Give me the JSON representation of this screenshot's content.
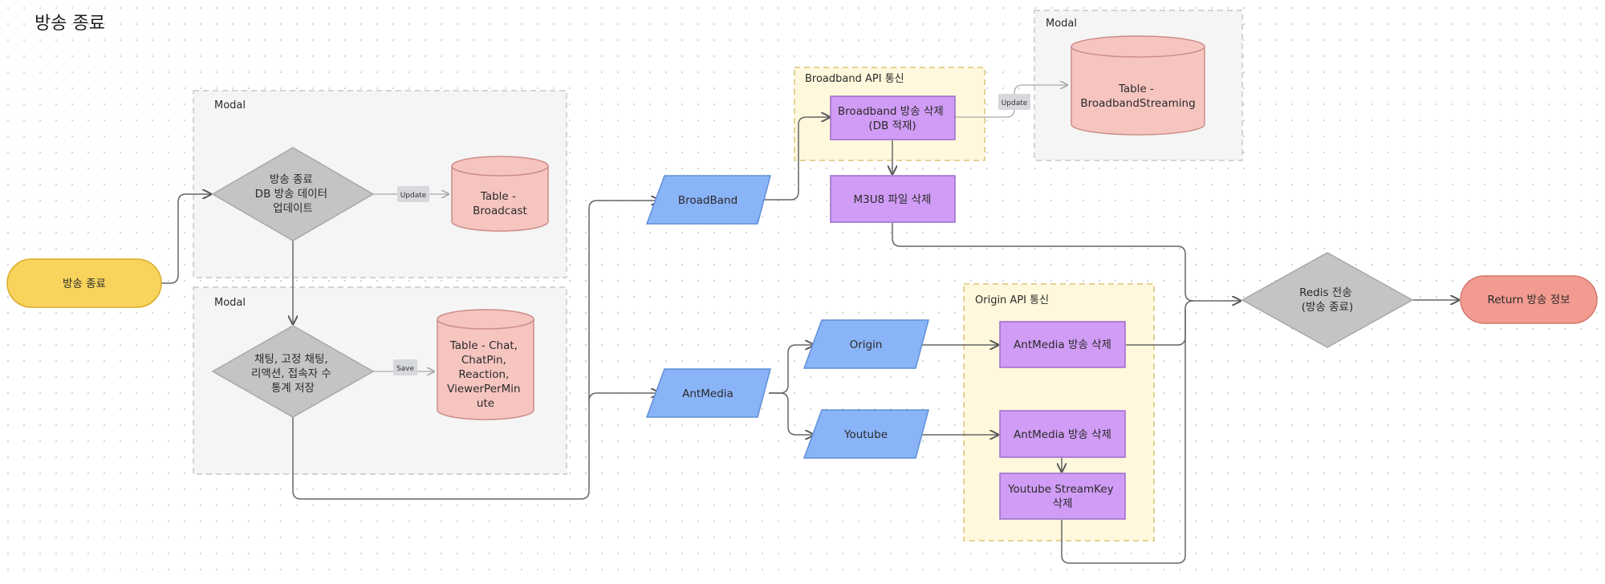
{
  "title": "방송 종료",
  "groups": {
    "modal1": "Modal",
    "modal2": "Modal",
    "modal3": "Modal",
    "broadband_api": "Broadband API 통신",
    "origin_api": "Origin API 통신"
  },
  "nodes": {
    "start": "방송 종료",
    "decision1": [
      "방송 종료",
      "DB 방송 데이터",
      "업데이트"
    ],
    "decision2": [
      "채팅, 고정 채팅,",
      "리액션, 접속자 수",
      "통계 저장"
    ],
    "db_broadcast": [
      "Table -",
      "Broadcast"
    ],
    "db_chat": [
      "Table - Chat,",
      "ChatPin,",
      "Reaction,",
      "ViewerPerMin",
      "ute"
    ],
    "db_broadband": [
      "Table -",
      "BroadbandStreaming"
    ],
    "broadband": "BroadBand",
    "antmedia": "AntMedia",
    "origin": "Origin",
    "youtube": "Youtube",
    "broadband_delete": [
      "Broadband 방송 삭제",
      "(DB 적재)"
    ],
    "m3u8_delete": "M3U8 파일 삭제",
    "antmedia_delete_1": "AntMedia 방송 삭제",
    "antmedia_delete_2": "AntMedia 방송 삭제",
    "youtube_streamkey_delete": [
      "Youtube StreamKey",
      "삭제"
    ],
    "redis": [
      "Redis 전송",
      "(방송 종료)"
    ],
    "return": "Return 방송 정보"
  },
  "edge_labels": {
    "update_1": "Update",
    "save": "Save",
    "update_2": "Update"
  },
  "colors": {
    "start": "#f8d45c",
    "decision": "#c4c4c4",
    "database": "#f6c5c0",
    "io": "#8ab4f8",
    "process": "#d09cf5",
    "terminal_end": "#f29b90",
    "modal_group": "#f5f5f5",
    "api_group": "#fff8dc"
  }
}
